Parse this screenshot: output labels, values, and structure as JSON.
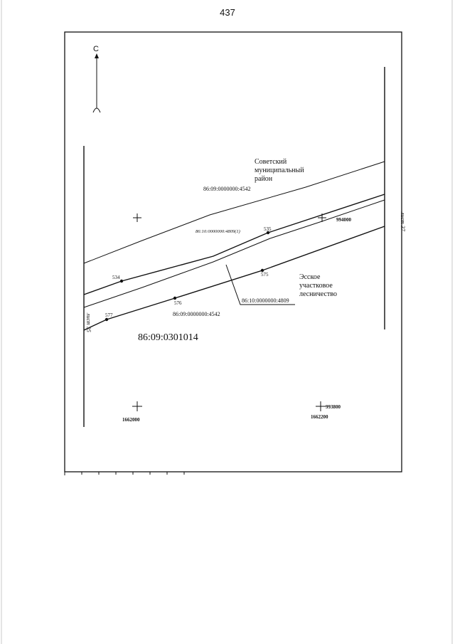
{
  "page": {
    "number": "437"
  },
  "north": {
    "label": "С"
  },
  "sheets": {
    "left": "лист 35",
    "right": "лист 37"
  },
  "labels": {
    "district": [
      "Советский",
      "муниципальный",
      "район"
    ],
    "parcel_top": "86:09:0000000:4542",
    "parcel_italic": "86:10:0000000:4809(1)",
    "parcel_ref": "86:10:0000000:4809",
    "forestry": [
      "Эсское",
      "участковое",
      "лесничество"
    ],
    "parcel_bottom": "86:09:0000000:4542",
    "quarter": "86:09:0301014"
  },
  "points": [
    "534",
    "535",
    "575",
    "576",
    "577"
  ],
  "grid": {
    "y_right": "994000",
    "y_bottom": "993800",
    "x_left": "1662000",
    "x_right": "1662200"
  }
}
